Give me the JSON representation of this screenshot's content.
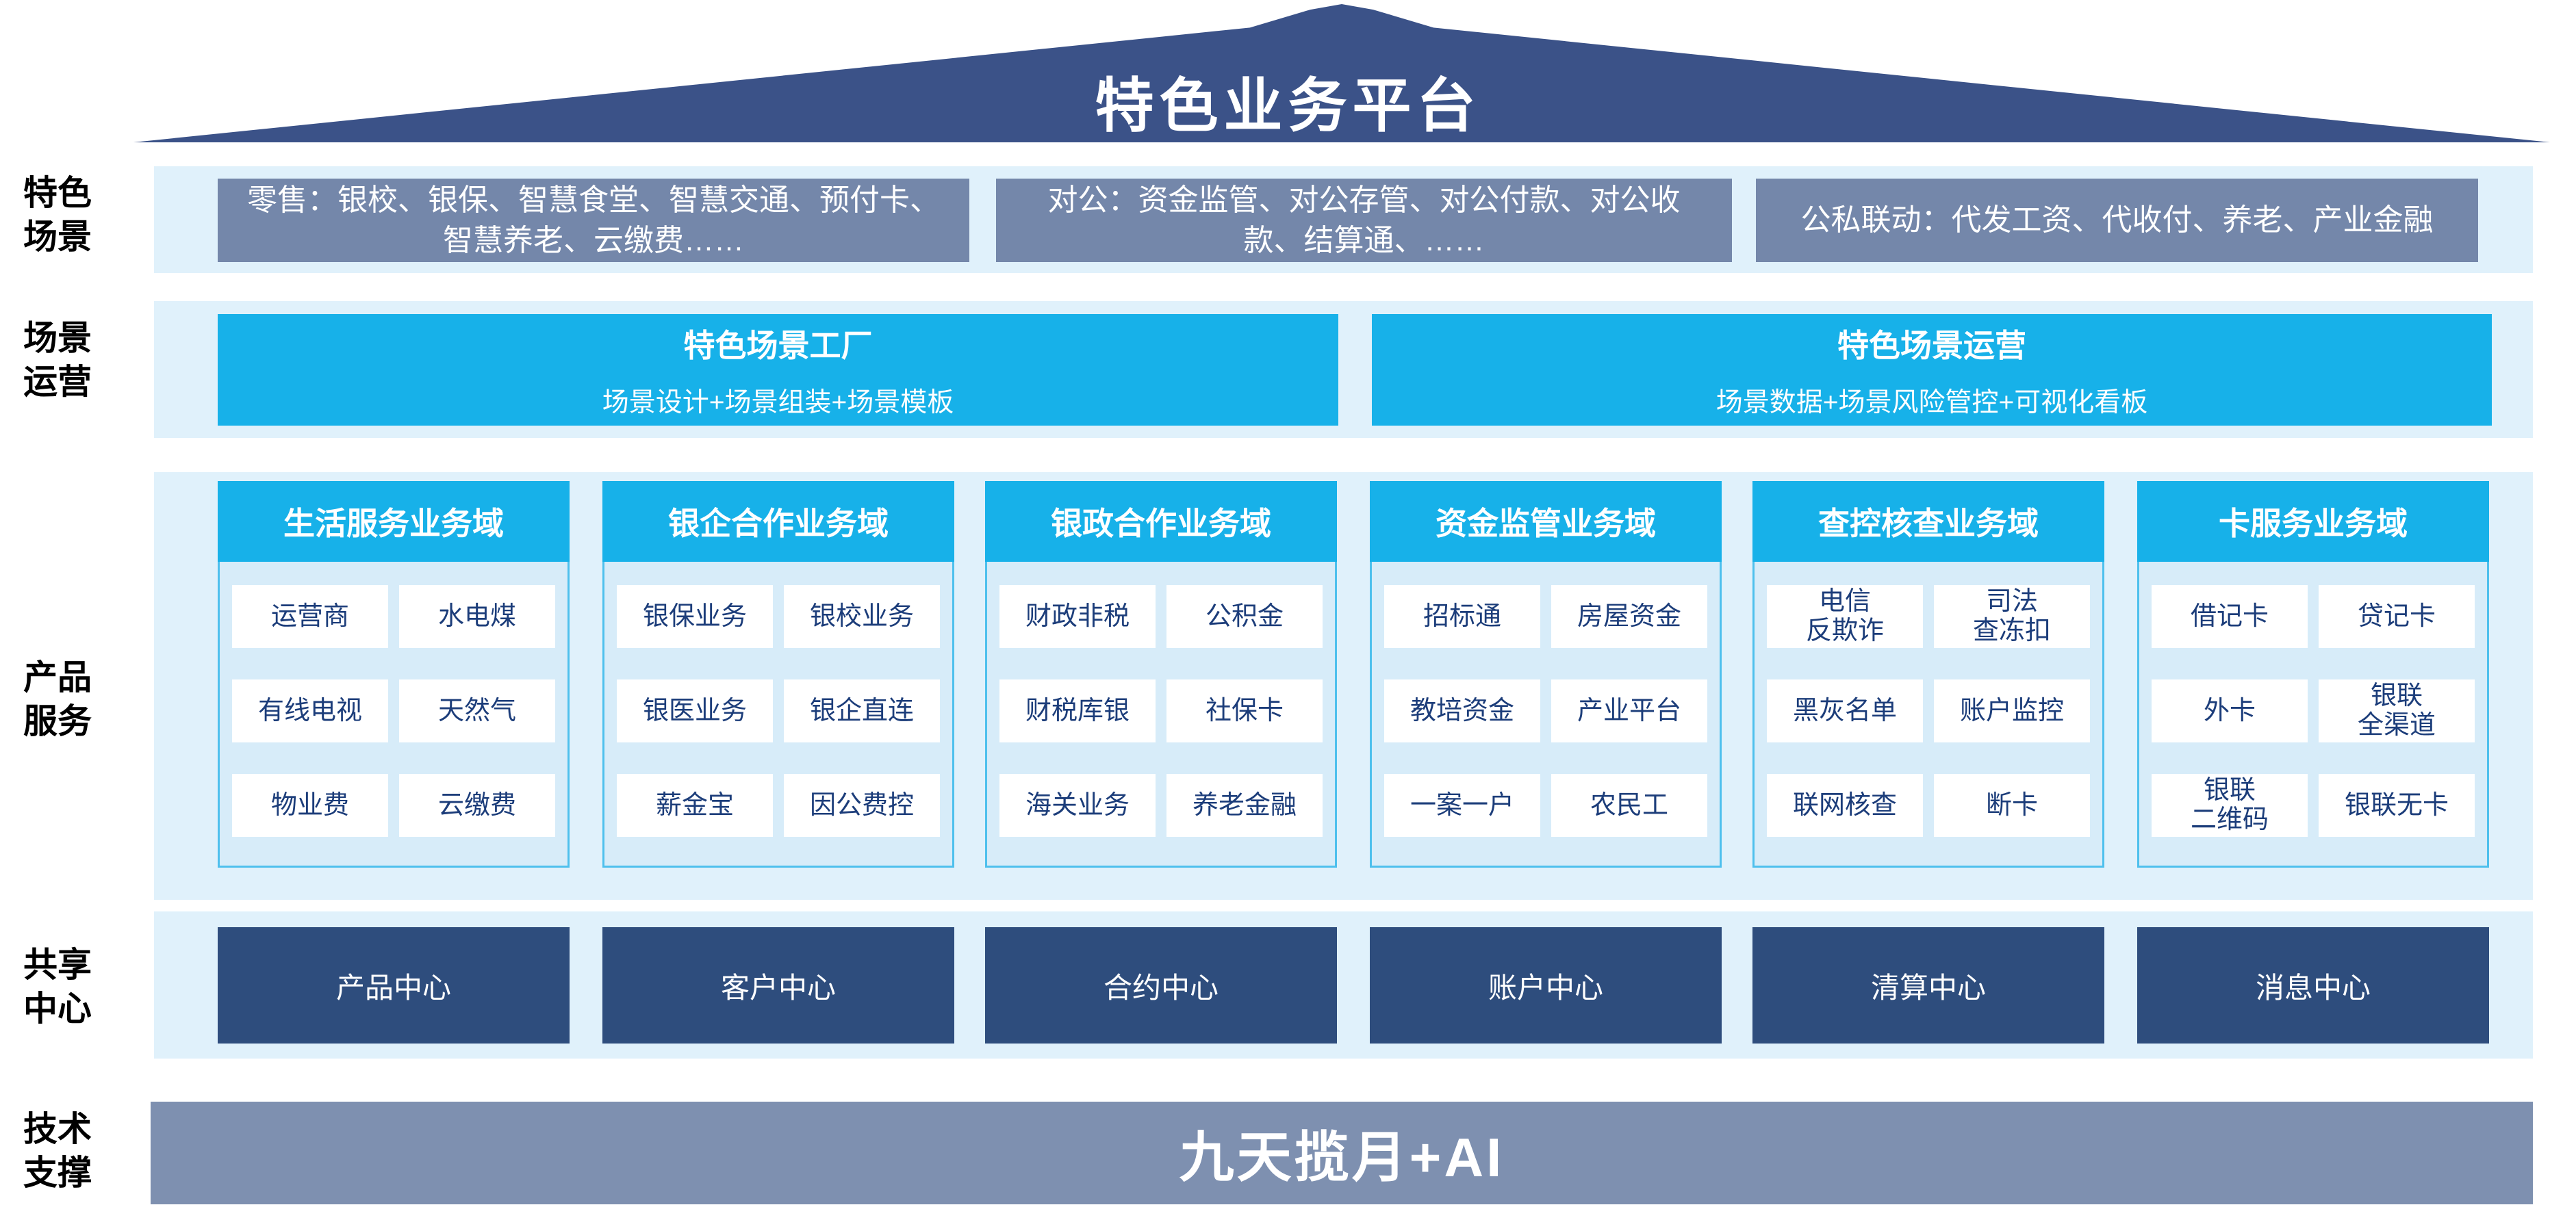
{
  "colors": {
    "roof_navy": "#3B5288",
    "scenario_slate": "#7487AA",
    "band_light_blue": "#E0F1FB",
    "accent_cyan": "#17B1E9",
    "domain_body_blue": "#D7ECF9",
    "domain_border_cyan": "#4EC0ED",
    "item_text_navy": "#1C3D7A",
    "center_navy": "#2E4D7D",
    "tech_slate": "#7E90B0"
  },
  "roof": {
    "title": "特色业务平台"
  },
  "rows": {
    "scenario": {
      "label": "特色场景",
      "boxes": [
        "零售：银校、银保、智慧食堂、智慧交通、预付卡、智慧养老、云缴费……",
        "对公：资金监管、对公存管、对公付款、对公收款、结算通、……",
        "公私联动：代发工资、代收付、养老、产业金融"
      ]
    },
    "operation": {
      "label": "场景运营",
      "boxes": [
        {
          "title": "特色场景工厂",
          "subtitle": "场景设计+场景组装+场景模板"
        },
        {
          "title": "特色场景运营",
          "subtitle": "场景数据+场景风险管控+可视化看板"
        }
      ]
    },
    "product": {
      "label": "产品服务",
      "domains": [
        {
          "title": "生活服务业务域",
          "items": [
            "运营商",
            "水电煤",
            "有线电视",
            "天然气",
            "物业费",
            "云缴费"
          ]
        },
        {
          "title": "银企合作业务域",
          "items": [
            "银保业务",
            "银校业务",
            "银医业务",
            "银企直连",
            "薪金宝",
            "因公费控"
          ]
        },
        {
          "title": "银政合作业务域",
          "items": [
            "财政非税",
            "公积金",
            "财税库银",
            "社保卡",
            "海关业务",
            "养老金融"
          ]
        },
        {
          "title": "资金监管业务域",
          "items": [
            "招标通",
            "房屋资金",
            "教培资金",
            "产业平台",
            "一案一户",
            "农民工"
          ]
        },
        {
          "title": "查控核查业务域",
          "items": [
            "电信\n反欺诈",
            "司法\n查冻扣",
            "黑灰名单",
            "账户监控",
            "联网核查",
            "断卡"
          ]
        },
        {
          "title": "卡服务业务域",
          "items": [
            "借记卡",
            "贷记卡",
            "外卡",
            "银联\n全渠道",
            "银联\n二维码",
            "银联无卡"
          ]
        }
      ]
    },
    "shared": {
      "label": "共享中心",
      "centers": [
        "产品中心",
        "客户中心",
        "合约中心",
        "账户中心",
        "清算中心",
        "消息中心"
      ]
    },
    "tech": {
      "label": "技术支撑",
      "banner": "九天揽月+AI"
    }
  }
}
